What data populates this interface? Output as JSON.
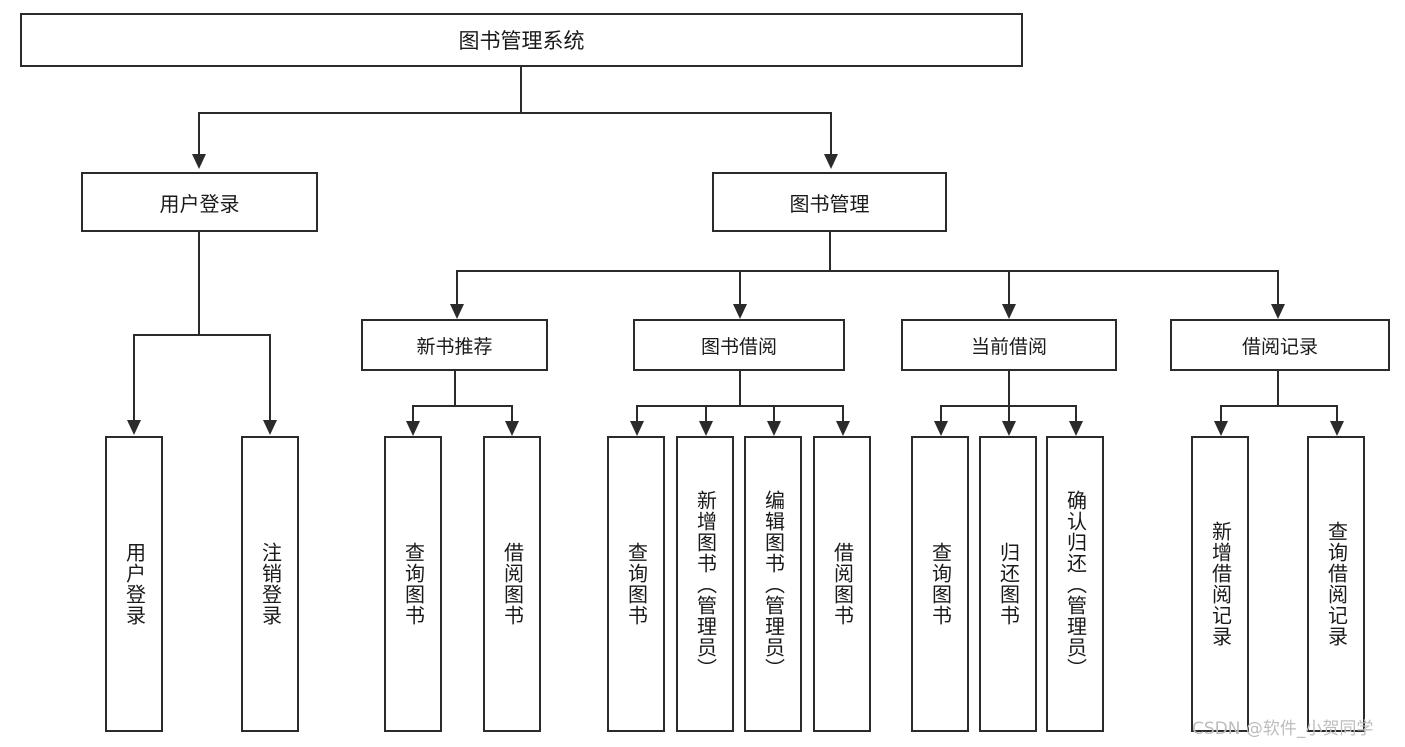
{
  "diagram": {
    "title_node": {
      "label": "图书管理系统"
    },
    "level2": [
      {
        "id": "user-login",
        "label": "用户登录"
      },
      {
        "id": "book-management",
        "label": "图书管理"
      }
    ],
    "level3": [
      {
        "id": "new-book-recommend",
        "label": "新书推荐"
      },
      {
        "id": "book-borrow",
        "label": "图书借阅"
      },
      {
        "id": "current-borrow",
        "label": "当前借阅"
      },
      {
        "id": "borrow-record",
        "label": "借阅记录"
      }
    ],
    "leaves": {
      "user_login": [
        {
          "id": "leaf-user-login",
          "label": "用户登录"
        },
        {
          "id": "leaf-logout-login",
          "label": "注销登录"
        }
      ],
      "new_book_recommend": [
        {
          "id": "leaf-query-book-1",
          "label": "查询图书"
        },
        {
          "id": "leaf-borrow-book-1",
          "label": "借阅图书"
        }
      ],
      "book_borrow": [
        {
          "id": "leaf-query-book-2",
          "label": "查询图书"
        },
        {
          "id": "leaf-add-book",
          "label": "新增图书（管理员）"
        },
        {
          "id": "leaf-edit-book",
          "label": "编辑图书（管理员）"
        },
        {
          "id": "leaf-borrow-book-2",
          "label": "借阅图书"
        }
      ],
      "current_borrow": [
        {
          "id": "leaf-query-book-3",
          "label": "查询图书"
        },
        {
          "id": "leaf-return-book",
          "label": "归还图书"
        },
        {
          "id": "leaf-confirm-return",
          "label": "确认归还（管理员）"
        }
      ],
      "borrow_record": [
        {
          "id": "leaf-add-record",
          "label": "新增借阅记录"
        },
        {
          "id": "leaf-query-record",
          "label": "查询借阅记录"
        }
      ]
    }
  },
  "watermark": {
    "text": "CSDN @软件_小贺同学"
  },
  "colors": {
    "stroke": "#2b2b2b",
    "fill": "#ffffff",
    "text": "#1a1a1a",
    "watermark": "#bdbdbd"
  }
}
